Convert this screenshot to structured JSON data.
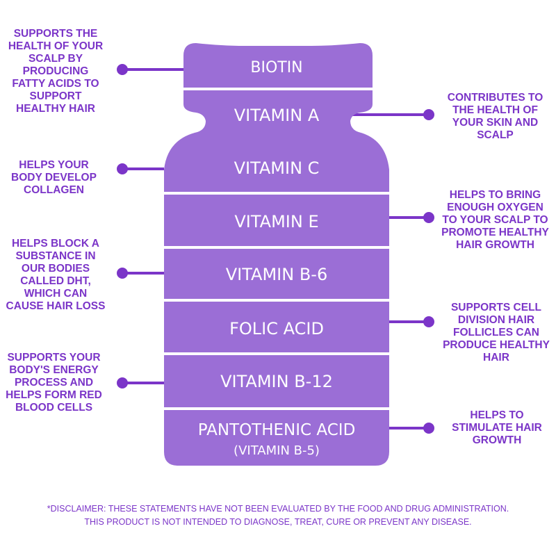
{
  "bands": [
    {
      "label": "BIOTIN"
    },
    {
      "label": "VITAMIN A"
    },
    {
      "label": "VITAMIN C"
    },
    {
      "label": "VITAMIN E"
    },
    {
      "label": "VITAMIN B-6"
    },
    {
      "label": "FOLIC ACID"
    },
    {
      "label": "VITAMIN B-12"
    },
    {
      "label": "PANTOTHENIC ACID",
      "sublabel": "(VITAMIN B-5)"
    }
  ],
  "notes": {
    "biotin": [
      "SUPPORTS THE",
      "HEALTH OF YOUR",
      "SCALP BY",
      "PRODUCING",
      "FATTY ACIDS TO",
      "SUPPORT",
      "HEALTHY HAIR"
    ],
    "vitamin_a": [
      "CONTRIBUTES TO",
      "THE HEALTH OF",
      "YOUR SKIN AND",
      "SCALP"
    ],
    "vitamin_c": [
      "HELPS YOUR",
      "BODY DEVELOP",
      "COLLAGEN"
    ],
    "vitamin_e": [
      "HELPS TO BRING",
      "ENOUGH OXYGEN",
      "TO YOUR SCALP TO",
      "PROMOTE HEALTHY",
      "HAIR GROWTH"
    ],
    "vitamin_b6": [
      "HELPS BLOCK A",
      "SUBSTANCE IN",
      "OUR BODIES",
      "CALLED DHT,",
      "WHICH CAN",
      "CAUSE HAIR LOSS"
    ],
    "folic_acid": [
      "SUPPORTS CELL",
      "DIVISION HAIR",
      "FOLLICLES CAN",
      "PRODUCE HEALTHY",
      "HAIR"
    ],
    "vitamin_b12": [
      "SUPPORTS YOUR",
      "BODY'S ENERGY",
      "PROCESS AND",
      "HELPS FORM RED",
      "BLOOD CELLS"
    ],
    "pantothenic_acid": [
      "HELPS TO",
      "STIMULATE HAIR",
      "GROWTH"
    ]
  },
  "disclaimer": {
    "line1": "*DISCLAIMER: THESE STATEMENTS HAVE NOT BEEN EVALUATED BY THE FOOD AND DRUG ADMINISTRATION.",
    "line2": "THIS PRODUCT IS NOT INTENDED TO DIAGNOSE, TREAT, CURE OR PREVENT ANY DISEASE."
  },
  "colors": {
    "bottle": "#9b6ed6",
    "accent": "#7b35c8",
    "divider": "#ffffff"
  }
}
